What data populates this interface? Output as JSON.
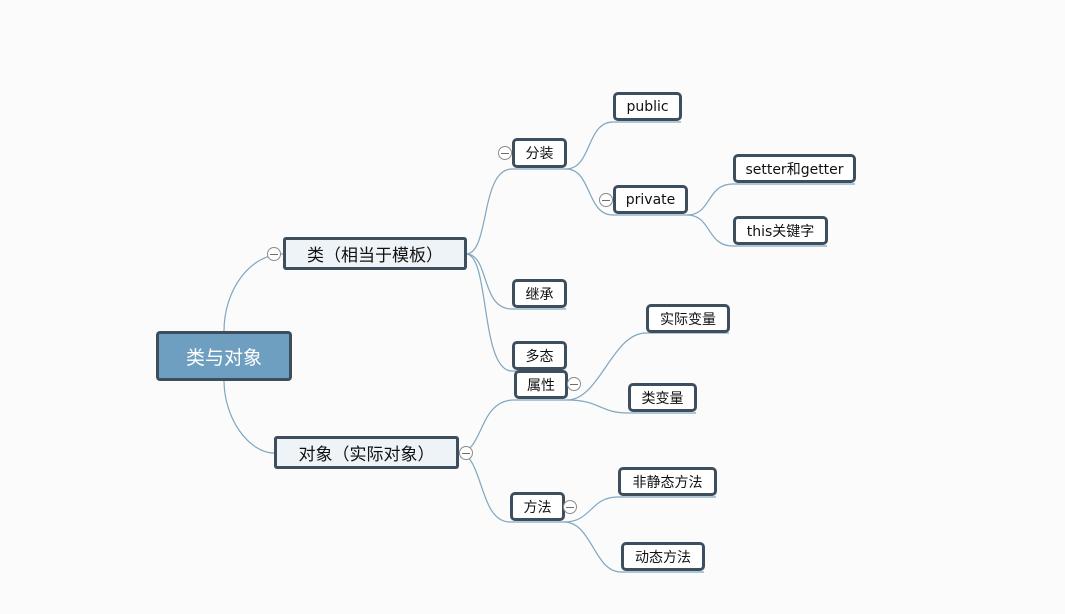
{
  "root": {
    "label": "类与对象"
  },
  "class": {
    "label": "类（相当于模板）",
    "encapsulation": {
      "label": "分装",
      "public": "public",
      "private": {
        "label": "private",
        "setter_getter": "setter和getter",
        "this_keyword": "this关键字"
      }
    },
    "inheritance": "继承",
    "polymorphism": "多态"
  },
  "object": {
    "label": "对象（实际对象）",
    "attributes": {
      "label": "属性",
      "instance_var": "实际变量",
      "class_var": "类变量"
    },
    "methods": {
      "label": "方法",
      "non_static": "非静态方法",
      "dynamic": "动态方法"
    }
  },
  "colors": {
    "background": "#fbfbfb",
    "root_fill": "#6f9fc0",
    "node_border": "#3d4f5e",
    "connector": "#7fa6c0",
    "main_fill": "#eef3f7"
  },
  "icons": {
    "collapse": "minus-circle-icon"
  }
}
